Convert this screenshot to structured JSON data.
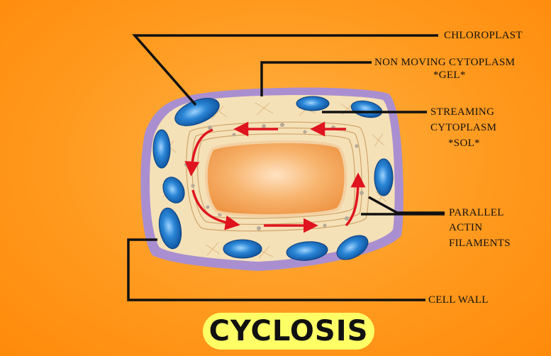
{
  "labels": {
    "chloroplast": "CHLOROPLAST",
    "non_moving_1": "NON MOVING CYTOPLASM",
    "non_moving_2": "*GEL*",
    "streaming_1": "STREAMING",
    "streaming_2": "CYTOPLASM",
    "streaming_3": "*SOL*",
    "actin_1": "PARALLEL",
    "actin_2": "ACTIN",
    "actin_3": "FILAMENTS",
    "cell_wall": "CELL WALL"
  },
  "title": "CYCLOSIS",
  "colors": {
    "background": "#ff9a1f",
    "cell_wall": "#a98fd0",
    "cytoplasm": "#f5e1b8",
    "vacuole": "#f5a55a",
    "chloroplast": "#1f78c8",
    "arrow": "#e0141e",
    "title_pill": "#ffff66"
  },
  "icons": [
    "chloroplast-icon",
    "streaming-arrow-icon"
  ]
}
